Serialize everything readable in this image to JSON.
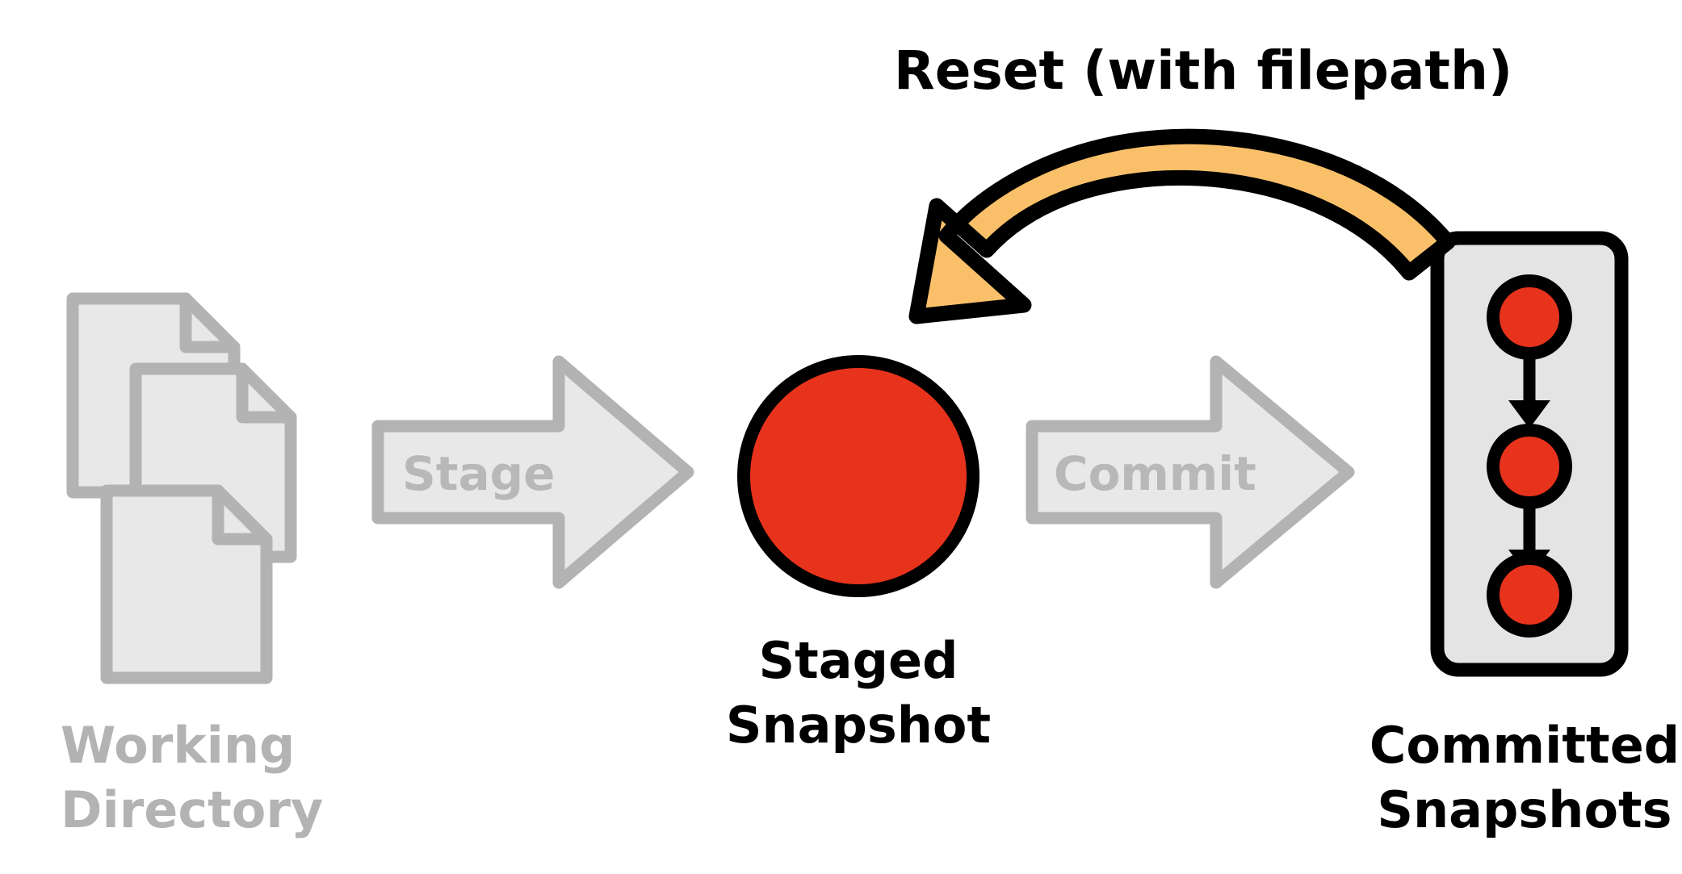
{
  "diagram": {
    "title": "Reset (with filepath)",
    "title_color": "#000000",
    "background": "#ffffff",
    "nodes": [
      {
        "id": "working-directory",
        "label_line1": "Working",
        "label_line2": "Directory",
        "label_color": "#b3b3b3",
        "icon": "document-stack-icon",
        "document_count": 3,
        "fill": "#e8e8e8",
        "stroke": "#b3b3b3"
      },
      {
        "id": "staged-snapshot",
        "label_line1": "Staged",
        "label_line2": "Snapshot",
        "label_color": "#000000",
        "icon": "red-circle-icon",
        "fill": "#e8331c",
        "stroke": "#000000"
      },
      {
        "id": "committed-snapshots",
        "label_line1": "Committed",
        "label_line2": "Snapshots",
        "label_color": "#000000",
        "icon": "snapshot-chain-icon",
        "commit_count": 3,
        "fill": "#e4e4e4",
        "stroke": "#000000",
        "commit_fill": "#e8331c"
      }
    ],
    "flow_arrows": [
      {
        "id": "stage-arrow",
        "label": "Stage",
        "from": "working-directory",
        "to": "staged-snapshot",
        "fill": "#e8e8e8",
        "stroke": "#b3b3b3",
        "label_color": "#b3b3b3"
      },
      {
        "id": "commit-arrow",
        "label": "Commit",
        "from": "staged-snapshot",
        "to": "committed-snapshots",
        "fill": "#e8e8e8",
        "stroke": "#b3b3b3",
        "label_color": "#b3b3b3"
      }
    ],
    "reset_arrow": {
      "id": "reset-arrow",
      "label": "Reset (with filepath)",
      "from": "committed-snapshots",
      "to": "staged-snapshot",
      "fill": "#fac069",
      "stroke": "#000000",
      "direction": "right-to-left"
    }
  }
}
